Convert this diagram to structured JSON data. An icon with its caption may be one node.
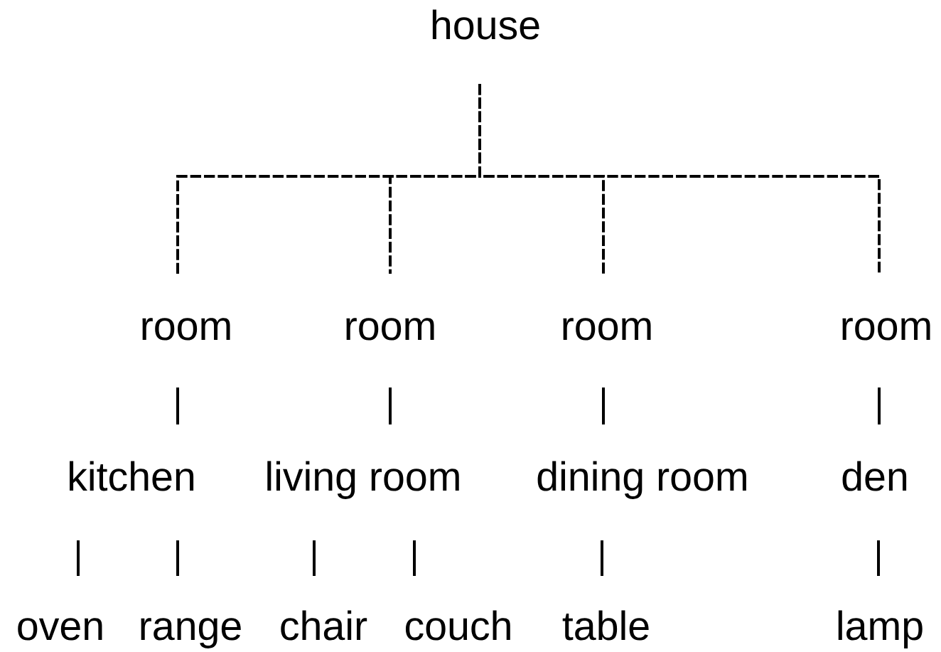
{
  "diagram": {
    "nodes": [
      {
        "text": [
          "house"
        ]
      },
      {
        "text": [
          "room"
        ]
      },
      {
        "text": [
          "room"
        ]
      },
      {
        "text": [
          "room"
        ]
      },
      {
        "text": [
          "room"
        ]
      },
      {
        "text": [
          "kitchen"
        ]
      },
      {
        "text": [
          "living room"
        ]
      },
      {
        "text": [
          "dining room"
        ]
      },
      {
        "text": [
          "den"
        ]
      },
      {
        "text": [
          "oven"
        ]
      },
      {
        "text": [
          "range"
        ]
      },
      {
        "text": [
          "chair"
        ]
      },
      {
        "text": [
          "couch"
        ]
      },
      {
        "text": [
          "table"
        ]
      },
      {
        "text": [
          "lamp"
        ]
      }
    ],
    "edges": [
      {
        "from": 0,
        "to": 1,
        "arrow": "none",
        "style": "dashed"
      },
      {
        "from": 0,
        "to": 2,
        "arrow": "none",
        "style": "dashed"
      },
      {
        "from": 0,
        "to": 3,
        "arrow": "none",
        "style": "dashed"
      },
      {
        "from": 0,
        "to": 4,
        "arrow": "none",
        "style": "dashed"
      },
      {
        "from": 1,
        "to": 5,
        "arrow": "none"
      },
      {
        "from": 2,
        "to": 6,
        "arrow": "none"
      },
      {
        "from": 3,
        "to": 7,
        "arrow": "none"
      },
      {
        "from": 4,
        "to": 8,
        "arrow": "none"
      },
      {
        "from": 5,
        "to": 9,
        "arrow": "none"
      },
      {
        "from": 5,
        "to": 10,
        "arrow": "none"
      },
      {
        "from": 6,
        "to": 11,
        "arrow": "none"
      },
      {
        "from": 6,
        "to": 12,
        "arrow": "none"
      },
      {
        "from": 7,
        "to": 13,
        "arrow": "none"
      },
      {
        "from": 8,
        "to": 14,
        "arrow": "none"
      }
    ]
  }
}
